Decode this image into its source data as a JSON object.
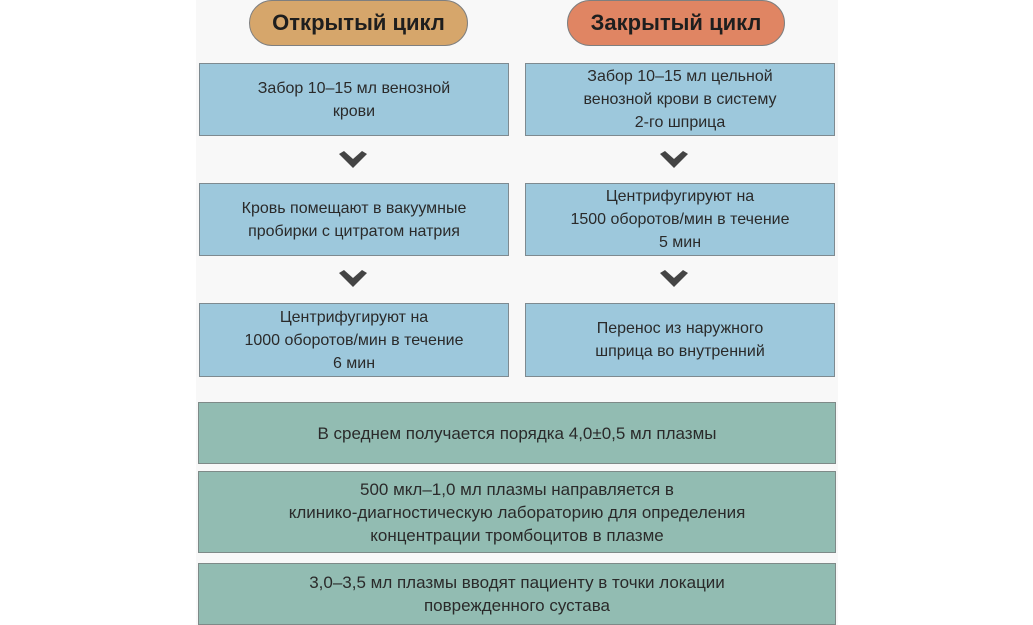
{
  "columns": {
    "open": {
      "title": "Открытый цикл",
      "color": "#d6a66b",
      "steps": [
        {
          "lines": [
            "Забор 10–15 мл венозной",
            "крови"
          ]
        },
        {
          "lines": [
            "Кровь помещают в вакуумные",
            "пробирки с цитратом натрия"
          ]
        },
        {
          "lines": [
            "Центрифугируют на",
            "1000 оборотов/мин в течение",
            "6 мин"
          ]
        }
      ]
    },
    "closed": {
      "title": "Закрытый цикл",
      "color": "#e08563",
      "steps": [
        {
          "lines": [
            "Забор 10–15 мл цельной",
            "венозной крови в систему",
            "2-го шприца"
          ]
        },
        {
          "lines": [
            "Центрифугируют на",
            "1500 оборотов/мин в течение",
            "5 мин"
          ]
        },
        {
          "lines": [
            "Перенос из наружного",
            "шприца во внутренний"
          ]
        }
      ]
    }
  },
  "results": [
    {
      "lines": [
        "В среднем получается порядка 4,0±0,5 мл плазмы"
      ]
    },
    {
      "lines": [
        "500 мкл–1,0 мл плазмы направляется в",
        "клинико-диагностическую лабораторию для определения",
        "концентрации тромбоцитов в плазме"
      ]
    },
    {
      "lines": [
        "3,0–3,5 мл плазмы вводят пациенту в точки локации",
        "поврежденного сустава"
      ]
    }
  ],
  "colors": {
    "step_box": "#9dc8dc",
    "result_box": "#92bcb2",
    "arrow": "#444444"
  },
  "icons": {
    "arrow": "chevron-down-icon"
  }
}
